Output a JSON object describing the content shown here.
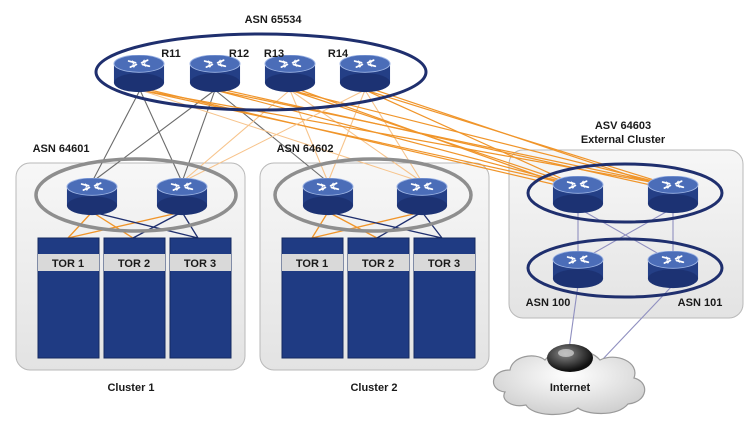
{
  "top_asn": "ASN 65534",
  "spine_routers": [
    "R11",
    "R12",
    "R13",
    "R14"
  ],
  "clusters": [
    {
      "asn": "ASN 64601",
      "name": "Cluster 1",
      "tors": [
        "TOR 1",
        "TOR 2",
        "TOR 3"
      ]
    },
    {
      "asn": "ASN 64602",
      "name": "Cluster 2",
      "tors": [
        "TOR 1",
        "TOR 2",
        "TOR 3"
      ]
    }
  ],
  "external": {
    "asn": "ASV 64603",
    "title": "External Cluster",
    "asn_left": "ASN 100",
    "asn_right": "ASN 101"
  },
  "internet_label": "Internet",
  "colors": {
    "navy": "#1f2f6e",
    "router_blue": "#2e4f9c",
    "orange": "#f0952a",
    "light_orange": "#f7c48c",
    "gray_link": "#6b6b6b",
    "purple_link": "#9090c0",
    "panel": "#ececec"
  }
}
